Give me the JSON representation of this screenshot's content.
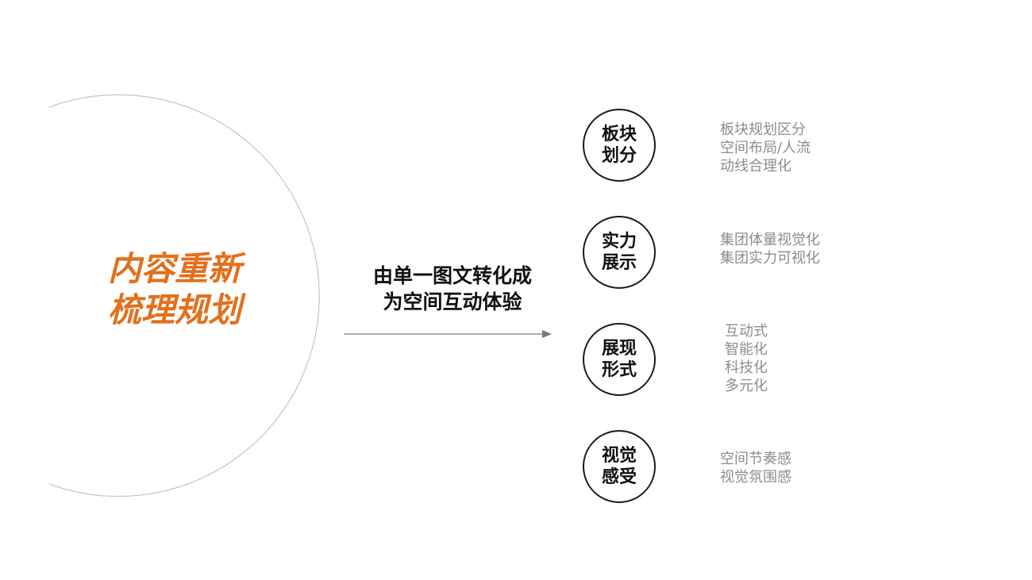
{
  "main_title": {
    "line1": "内容重新",
    "line2": "梳理规划"
  },
  "transition": {
    "line1": "由单一图文转化成",
    "line2": "为空间互动体验"
  },
  "colors": {
    "accent": "#E2701D",
    "circle_outline": "#c8c8c8",
    "node_border": "#1a1a1a",
    "desc_text": "#8c8c8c",
    "arrow": "#777777"
  },
  "items": [
    {
      "node": [
        "板块",
        "划分"
      ],
      "desc": [
        "板块规划区分",
        "空间布局/人流",
        "动线合理化"
      ]
    },
    {
      "node": [
        "实力",
        "展示"
      ],
      "desc": [
        "集团体量视觉化",
        "集团实力可视化"
      ]
    },
    {
      "node": [
        "展现",
        "形式"
      ],
      "desc": [
        "互动式",
        "智能化",
        "科技化",
        "多元化"
      ]
    },
    {
      "node": [
        "视觉",
        "感受"
      ],
      "desc": [
        "空间节奏感",
        "视觉氛围感"
      ]
    }
  ]
}
